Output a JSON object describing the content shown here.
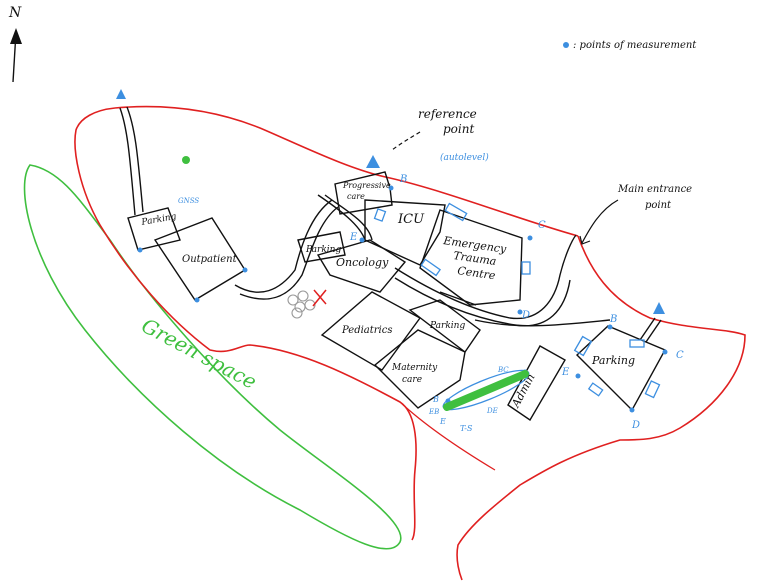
{
  "compass": {
    "label": "N"
  },
  "legend": {
    "text": ": points of measurement"
  },
  "annotations": {
    "reference_line1": "reference",
    "reference_line2": "point",
    "reference_sub": "(autolevel)",
    "main_entrance_line1": "Main entrance",
    "main_entrance_line2": "point",
    "gnss": "GNSS",
    "green_space": "Green space"
  },
  "buildings": {
    "parking_nw": "Parking",
    "outpatient": "Outpatient",
    "progressive_line1": "Progressive",
    "progressive_line2": "care",
    "icu": "ICU",
    "emergency_line1": "Emergency",
    "emergency_line2": "Trauma",
    "emergency_line3": "Centre",
    "parking_mid": "Parking",
    "oncology": "Oncology",
    "pediatrics": "Pediatrics",
    "parking_south": "Parking",
    "maternity_line1": "Maternity",
    "maternity_line2": "care",
    "admin": "Admin",
    "parking_east": "Parking"
  },
  "points": {
    "b1": "B",
    "c1": "C",
    "e1": "E",
    "d1": "D",
    "b2": "B",
    "c2": "C",
    "e2": "E",
    "d2": "D",
    "b3": "B",
    "bc": "BC",
    "eb": "EB",
    "de": "DE",
    "e3": "E",
    "ts": "T-S"
  },
  "colors": {
    "boundary": "#e02020",
    "green_space": "#3fbf3f",
    "points": "#3d8fe0",
    "ink": "#111111"
  }
}
